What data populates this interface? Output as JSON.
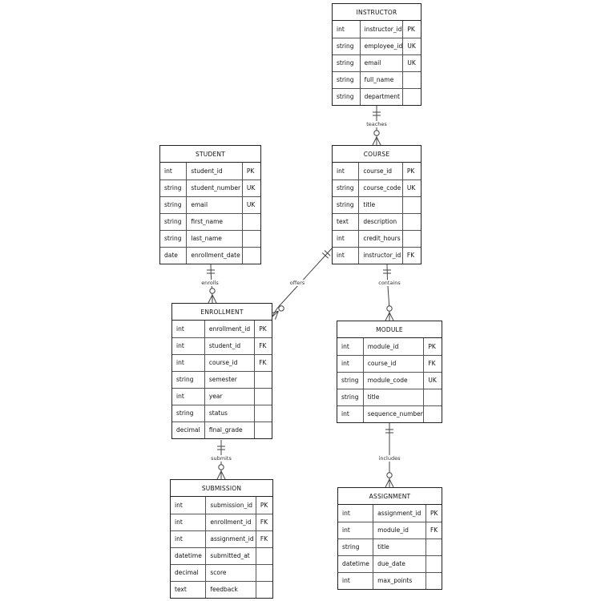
{
  "entities": [
    {
      "id": "instructor",
      "name": "INSTRUCTOR",
      "attributes": [
        {
          "type": "int",
          "name": "instructor_id",
          "key": "PK"
        },
        {
          "type": "string",
          "name": "employee_id",
          "key": "UK"
        },
        {
          "type": "string",
          "name": "email",
          "key": "UK"
        },
        {
          "type": "string",
          "name": "full_name",
          "key": ""
        },
        {
          "type": "string",
          "name": "department",
          "key": ""
        }
      ]
    },
    {
      "id": "student",
      "name": "STUDENT",
      "attributes": [
        {
          "type": "int",
          "name": "student_id",
          "key": "PK"
        },
        {
          "type": "string",
          "name": "student_number",
          "key": "UK"
        },
        {
          "type": "string",
          "name": "email",
          "key": "UK"
        },
        {
          "type": "string",
          "name": "first_name",
          "key": ""
        },
        {
          "type": "string",
          "name": "last_name",
          "key": ""
        },
        {
          "type": "date",
          "name": "enrollment_date",
          "key": ""
        }
      ]
    },
    {
      "id": "course",
      "name": "COURSE",
      "attributes": [
        {
          "type": "int",
          "name": "course_id",
          "key": "PK"
        },
        {
          "type": "string",
          "name": "course_code",
          "key": "UK"
        },
        {
          "type": "string",
          "name": "title",
          "key": ""
        },
        {
          "type": "text",
          "name": "description",
          "key": ""
        },
        {
          "type": "int",
          "name": "credit_hours",
          "key": ""
        },
        {
          "type": "int",
          "name": "instructor_id",
          "key": "FK"
        }
      ]
    },
    {
      "id": "enrollment",
      "name": "ENROLLMENT",
      "attributes": [
        {
          "type": "int",
          "name": "enrollment_id",
          "key": "PK"
        },
        {
          "type": "int",
          "name": "student_id",
          "key": "FK"
        },
        {
          "type": "int",
          "name": "course_id",
          "key": "FK"
        },
        {
          "type": "string",
          "name": "semester",
          "key": ""
        },
        {
          "type": "int",
          "name": "year",
          "key": ""
        },
        {
          "type": "string",
          "name": "status",
          "key": ""
        },
        {
          "type": "decimal",
          "name": "final_grade",
          "key": ""
        }
      ]
    },
    {
      "id": "module",
      "name": "MODULE",
      "attributes": [
        {
          "type": "int",
          "name": "module_id",
          "key": "PK"
        },
        {
          "type": "int",
          "name": "course_id",
          "key": "FK"
        },
        {
          "type": "string",
          "name": "module_code",
          "key": "UK"
        },
        {
          "type": "string",
          "name": "title",
          "key": ""
        },
        {
          "type": "int",
          "name": "sequence_number",
          "key": ""
        }
      ]
    },
    {
      "id": "submission",
      "name": "SUBMISSION",
      "attributes": [
        {
          "type": "int",
          "name": "submission_id",
          "key": "PK"
        },
        {
          "type": "int",
          "name": "enrollment_id",
          "key": "FK"
        },
        {
          "type": "int",
          "name": "assignment_id",
          "key": "FK"
        },
        {
          "type": "datetime",
          "name": "submitted_at",
          "key": ""
        },
        {
          "type": "decimal",
          "name": "score",
          "key": ""
        },
        {
          "type": "text",
          "name": "feedback",
          "key": ""
        }
      ]
    },
    {
      "id": "assignment",
      "name": "ASSIGNMENT",
      "attributes": [
        {
          "type": "int",
          "name": "assignment_id",
          "key": "PK"
        },
        {
          "type": "int",
          "name": "module_id",
          "key": "FK"
        },
        {
          "type": "string",
          "name": "title",
          "key": ""
        },
        {
          "type": "datetime",
          "name": "due_date",
          "key": ""
        },
        {
          "type": "int",
          "name": "max_points",
          "key": ""
        }
      ]
    }
  ],
  "relationships": [
    {
      "id": "teaches",
      "label": "teaches",
      "from": "instructor",
      "to": "course"
    },
    {
      "id": "enrolls",
      "label": "enrolls",
      "from": "student",
      "to": "enrollment"
    },
    {
      "id": "offers",
      "label": "offers",
      "from": "course",
      "to": "enrollment"
    },
    {
      "id": "contains",
      "label": "contains",
      "from": "course",
      "to": "module"
    },
    {
      "id": "submits",
      "label": "submits",
      "from": "enrollment",
      "to": "submission"
    },
    {
      "id": "includes",
      "label": "includes",
      "from": "module",
      "to": "assignment"
    }
  ]
}
